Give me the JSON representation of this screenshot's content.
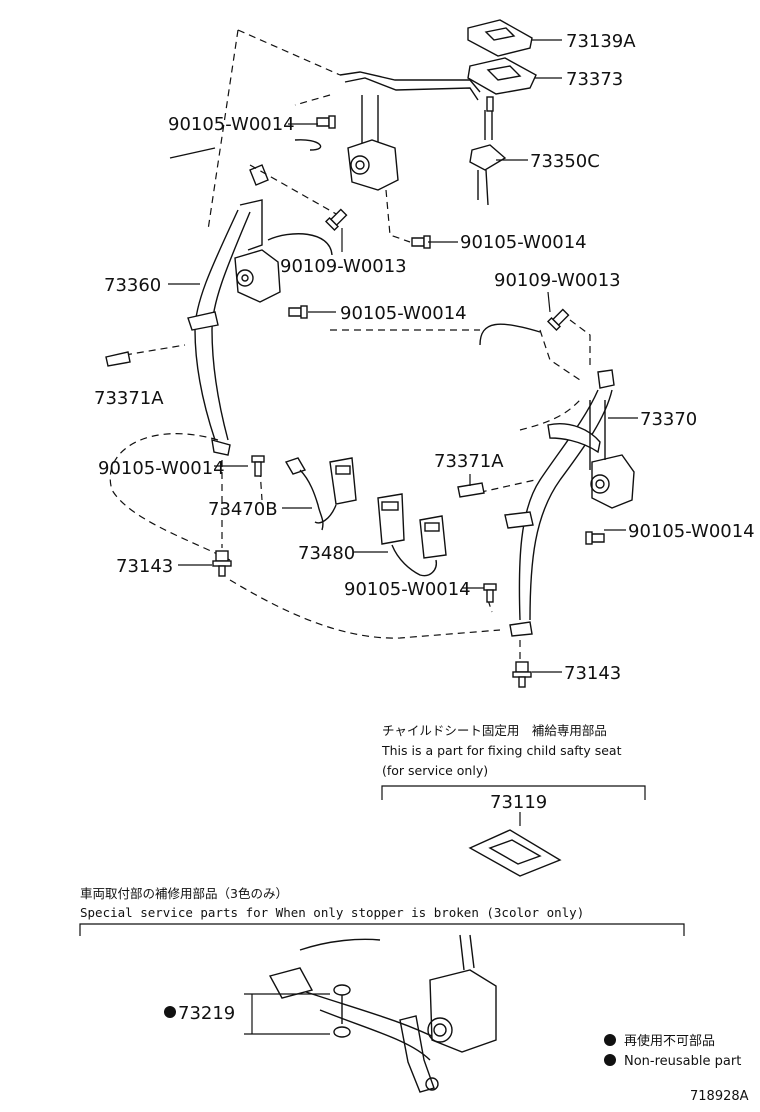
{
  "callouts": {
    "c73139A": "73139A",
    "c73373": "73373",
    "c73350C": "73350C",
    "c90105_a": "90105-W0014",
    "c90105_b": "90105-W0014",
    "c90109_a": "90109-W0013",
    "c90109_b": "90109-W0013",
    "c73360": "73360",
    "c90105_c": "90105-W0014",
    "c73371A_a": "73371A",
    "c73370": "73370",
    "c90105_d": "90105-W0014",
    "c73371A_b": "73371A",
    "c73470B": "73470B",
    "c73480": "73480",
    "c90105_e": "90105-W0014",
    "c90105_f": "90105-W0014",
    "c73143_a": "73143",
    "c73143_b": "73143",
    "c73119": "73119",
    "c73219": "73219"
  },
  "child_seat_note": {
    "jp": "チャイルドシート固定用　補給専用部品",
    "en1": "This is a part for fixing child safty seat",
    "en2": "(for service only)"
  },
  "special_note": {
    "jp": "車両取付部の補修用部品（3色のみ）",
    "en": "Special  service  parts  for  When  only  stopper  is  broken  (3color  only)"
  },
  "legend": {
    "jp": "再使用不可部品",
    "en": "Non-reusable part"
  },
  "figure_id": "718928A"
}
